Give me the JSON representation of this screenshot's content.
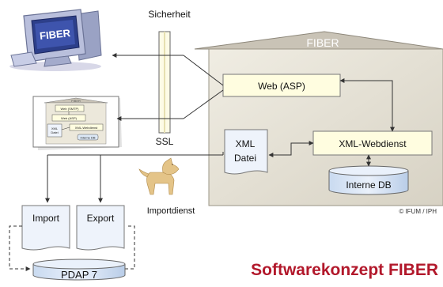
{
  "labels": {
    "security": "Sicherheit",
    "ssl": "SSL",
    "fiber_roof": "FIBER",
    "web_asp": "Web (ASP)",
    "xml_file_line1": "XML",
    "xml_file_line2": "Datei",
    "xml_webservice": "XML-Webdienst",
    "internal_db": "Interne DB",
    "import": "Import",
    "export": "Export",
    "import_service": "Importdienst",
    "pdap": "PDAP 7",
    "copyright": "© IFUM / IPH",
    "title": "Softwarekonzept FIBER"
  },
  "monitor": {
    "screen_text": "FIBER"
  },
  "document_thumbnail": {
    "header": "FIBER",
    "box1": "Web (SMTP)",
    "box2": "Web (ASP)",
    "box3_line1": "XML",
    "box3_line2": "Datei",
    "box4": "XML-Webdienst",
    "box5": "Interne DB"
  },
  "colors": {
    "title_red": "#b2182b",
    "house_fill": "#e8e4d8",
    "roof_fill": "#c9c3b6",
    "box_fill": "#fffde0",
    "box_stroke": "#8a8a8a",
    "file_fill": "#eef3fb",
    "db_fill": "#dce8f6",
    "pillar_fill": "#fdfbe6",
    "dog": "#e4c488"
  }
}
